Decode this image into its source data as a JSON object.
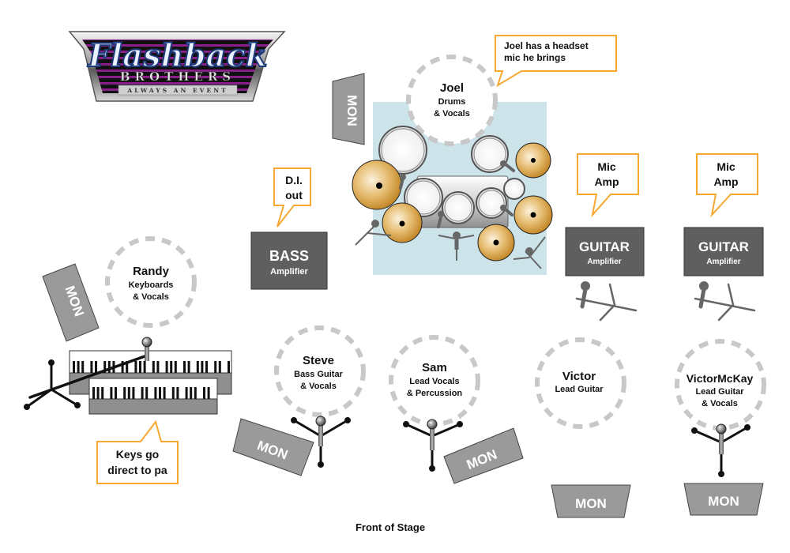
{
  "logo": {
    "title": "Flashback",
    "subtitle": "BROTHERS",
    "tagline": "ALWAYS AN EVENT"
  },
  "performers": [
    {
      "id": "joel",
      "name": "Joel",
      "role_line1": "Drums",
      "role_line2": "& Vocals"
    },
    {
      "id": "randy",
      "name": "Randy",
      "role_line1": "Keyboards",
      "role_line2": "& Vocals"
    },
    {
      "id": "steve",
      "name": "Steve",
      "role_line1": "Bass Guitar",
      "role_line2": "& Vocals"
    },
    {
      "id": "sam",
      "name": "Sam",
      "role_line1": "Lead Vocals",
      "role_line2": "& Percussion"
    },
    {
      "id": "victor",
      "name": "Victor",
      "role_line1": "Lead Guitar",
      "role_line2": ""
    },
    {
      "id": "victor-mckay",
      "name": "VictorMcKay",
      "role_line1": "Lead Guitar",
      "role_line2": "& Vocals"
    }
  ],
  "callouts": {
    "joel_headset": {
      "line1": "Joel has a headset",
      "line2": "mic he brings"
    },
    "di_out": {
      "line1": "D.I.",
      "line2": "out"
    },
    "mic_amp_1": {
      "line1": "Mic",
      "line2": "Amp"
    },
    "mic_amp_2": {
      "line1": "Mic",
      "line2": "Amp"
    },
    "keys_direct": {
      "line1": "Keys go",
      "line2": "direct to pa"
    }
  },
  "amplifiers": {
    "bass": {
      "label": "BASS",
      "sub": "Amplifier"
    },
    "guitar_1": {
      "label": "GUITAR",
      "sub": "Amplifier"
    },
    "guitar_2": {
      "label": "GUITAR",
      "sub": "Amplifier"
    }
  },
  "monitors": {
    "label": "MON"
  },
  "footer": {
    "front_label": "Front of Stage"
  },
  "colors": {
    "callout_border": "#f7a833",
    "amp_fill": "#5f5f5f",
    "monitor_fill": "#9a9a9a",
    "drum_riser": "#cde3ea",
    "cymbal": "#d9a347",
    "dashed_circle": "#c8c8c8"
  }
}
